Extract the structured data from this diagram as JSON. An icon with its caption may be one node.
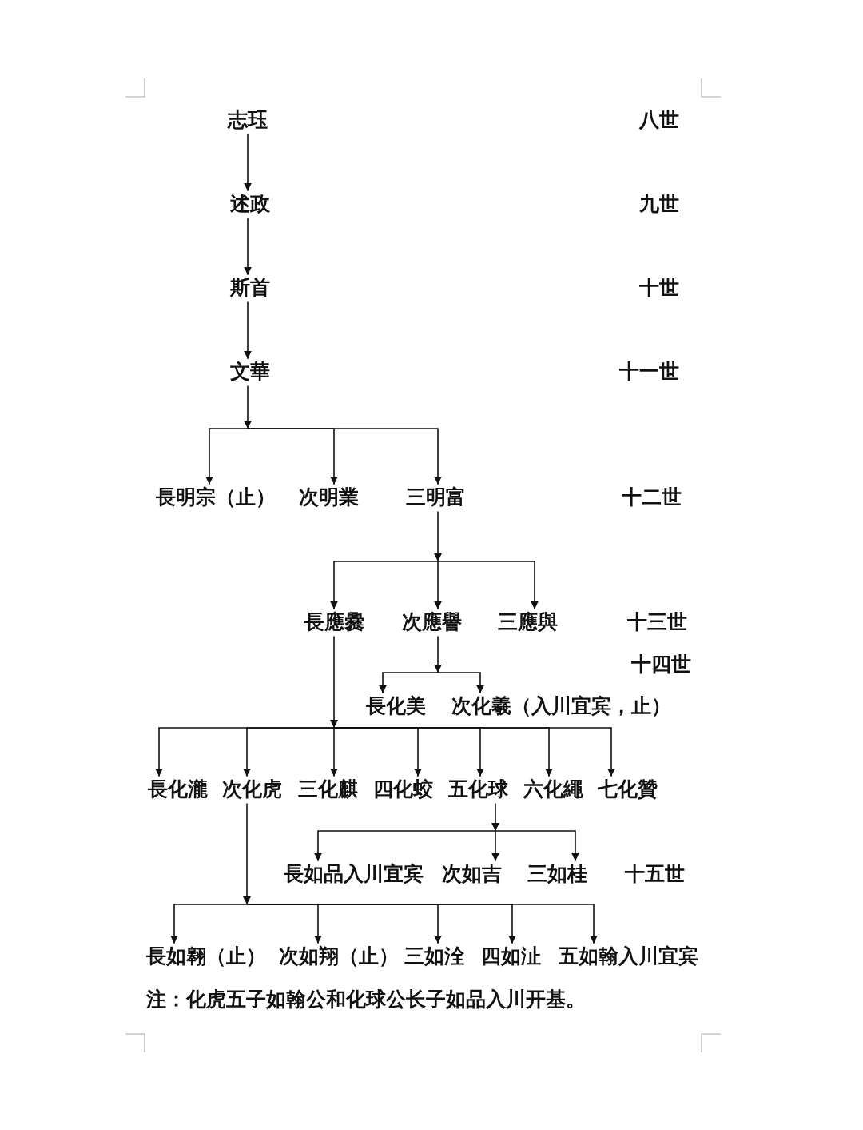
{
  "diagram": {
    "nodes": [
      {
        "text": [
          "志珏"
        ]
      },
      {
        "text": [
          "述政"
        ]
      },
      {
        "text": [
          "斯首"
        ]
      },
      {
        "text": [
          "文華"
        ]
      },
      {
        "text": [
          "長明宗（止）"
        ]
      },
      {
        "text": [
          "次明業"
        ]
      },
      {
        "text": [
          "三明富"
        ]
      },
      {
        "text": [
          "長應爨"
        ]
      },
      {
        "text": [
          "次應譽"
        ]
      },
      {
        "text": [
          "三應與"
        ]
      },
      {
        "text": [
          "長化美"
        ]
      },
      {
        "text": [
          "次化羲（入川宜宾，止）"
        ]
      },
      {
        "text": [
          "長化瀧"
        ]
      },
      {
        "text": [
          "次化虎"
        ]
      },
      {
        "text": [
          "三化麒"
        ]
      },
      {
        "text": [
          "四化蛟"
        ]
      },
      {
        "text": [
          "五化球"
        ]
      },
      {
        "text": [
          "六化繩"
        ]
      },
      {
        "text": [
          "七化贊"
        ]
      },
      {
        "text": [
          "長如品入川宜宾"
        ]
      },
      {
        "text": [
          "次如吉"
        ]
      },
      {
        "text": [
          "三如桂"
        ]
      },
      {
        "text": [
          "長如翱（止）"
        ]
      },
      {
        "text": [
          "次如翔（止）"
        ]
      },
      {
        "text": [
          "三如洤"
        ]
      },
      {
        "text": [
          "四如沚"
        ]
      },
      {
        "text": [
          "五如翰入川宜宾"
        ]
      }
    ],
    "edges": [
      {
        "from": 0,
        "to": 1,
        "arrow": "to"
      },
      {
        "from": 1,
        "to": 2,
        "arrow": "to"
      },
      {
        "from": 2,
        "to": 3,
        "arrow": "to"
      },
      {
        "from": 3,
        "to": 4,
        "arrow": "to"
      },
      {
        "from": 3,
        "to": 5,
        "arrow": "to"
      },
      {
        "from": 3,
        "to": 6,
        "arrow": "to"
      },
      {
        "from": 6,
        "to": 7,
        "arrow": "to"
      },
      {
        "from": 6,
        "to": 8,
        "arrow": "to"
      },
      {
        "from": 6,
        "to": 9,
        "arrow": "to"
      },
      {
        "from": 8,
        "to": 10,
        "arrow": "to"
      },
      {
        "from": 8,
        "to": 11,
        "arrow": "to"
      },
      {
        "from": 7,
        "to": 12,
        "arrow": "to"
      },
      {
        "from": 7,
        "to": 13,
        "arrow": "to"
      },
      {
        "from": 7,
        "to": 14,
        "arrow": "to"
      },
      {
        "from": 7,
        "to": 15,
        "arrow": "to"
      },
      {
        "from": 7,
        "to": 16,
        "arrow": "to"
      },
      {
        "from": 7,
        "to": 17,
        "arrow": "to"
      },
      {
        "from": 7,
        "to": 18,
        "arrow": "to"
      },
      {
        "from": 16,
        "to": 19,
        "arrow": "to"
      },
      {
        "from": 16,
        "to": 20,
        "arrow": "to"
      },
      {
        "from": 16,
        "to": 21,
        "arrow": "to"
      },
      {
        "from": 13,
        "to": 22,
        "arrow": "to"
      },
      {
        "from": 13,
        "to": 23,
        "arrow": "to"
      },
      {
        "from": 13,
        "to": 24,
        "arrow": "to"
      },
      {
        "from": 13,
        "to": 25,
        "arrow": "to"
      },
      {
        "from": 13,
        "to": 26,
        "arrow": "to"
      }
    ],
    "labels": [
      "八世",
      "九世",
      "十世",
      "十一世",
      "十二世",
      "十三世",
      "十四世",
      "十五世",
      "注：化虎五子如翰公和化球公长子如品入川开基。"
    ]
  }
}
